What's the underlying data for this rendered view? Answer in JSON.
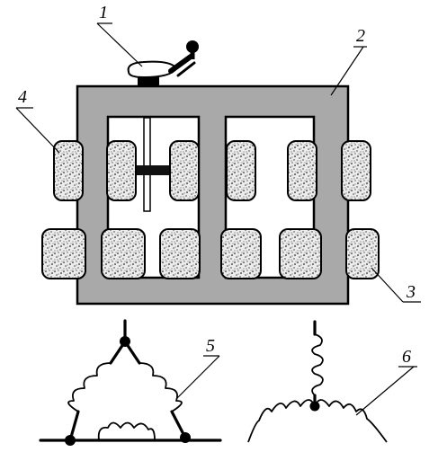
{
  "callouts": {
    "handle": "1",
    "core": "2",
    "bottom_coils": "3",
    "top_coils": "4",
    "delta_winding": "5",
    "star_winding": "6"
  },
  "colors": {
    "ink": "#000000",
    "core_fill": "#a9a9a9",
    "window_fill": "#ffffff",
    "coil_fill": "#e6e6e6"
  }
}
